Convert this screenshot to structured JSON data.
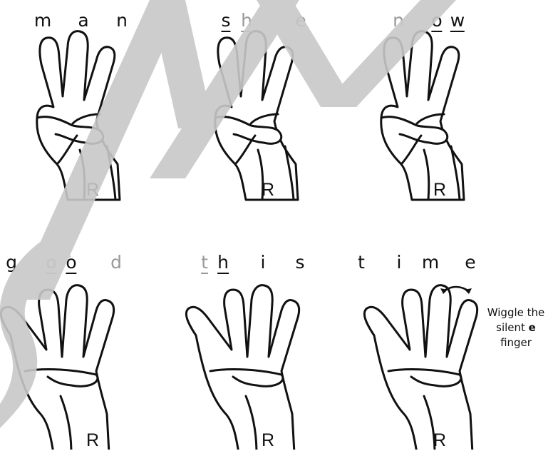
{
  "rows": [
    {
      "hands": [
        {
          "letters": [
            {
              "t": "m"
            },
            {
              "t": "a"
            },
            {
              "t": "n"
            }
          ],
          "label": "R"
        },
        {
          "letters": [
            {
              "t": "s",
              "u": true
            },
            {
              "t": "h",
              "u": true,
              "grey": true
            },
            {
              "t": "e",
              "grey": true
            }
          ],
          "label": "R"
        },
        {
          "letters": [
            {
              "t": "n",
              "grey": true
            },
            {
              "t": "o",
              "u": true
            },
            {
              "t": "w",
              "u": true
            }
          ],
          "label": "R"
        }
      ]
    },
    {
      "hands": [
        {
          "letters": [
            {
              "t": "g"
            },
            {
              "t": "o",
              "u": true,
              "grey": true
            },
            {
              "t": "o",
              "u": true
            },
            {
              "t": "d",
              "grey": true
            }
          ],
          "label": "R"
        },
        {
          "letters": [
            {
              "t": "t",
              "u": true,
              "grey": true
            },
            {
              "t": "h",
              "u": true
            },
            {
              "t": "i"
            },
            {
              "t": "s"
            }
          ],
          "label": "R"
        },
        {
          "letters": [
            {
              "t": "t"
            },
            {
              "t": "i"
            },
            {
              "t": "m"
            },
            {
              "t": "e"
            }
          ],
          "label": "R"
        }
      ]
    }
  ],
  "note": {
    "line1": "Wiggle the",
    "line2_prefix": "silent ",
    "line2_bold": "e",
    "line3": "finger"
  },
  "colors": {
    "ink": "#111111",
    "grey_letter": "#999999",
    "watermark": "#c8c8c8"
  }
}
